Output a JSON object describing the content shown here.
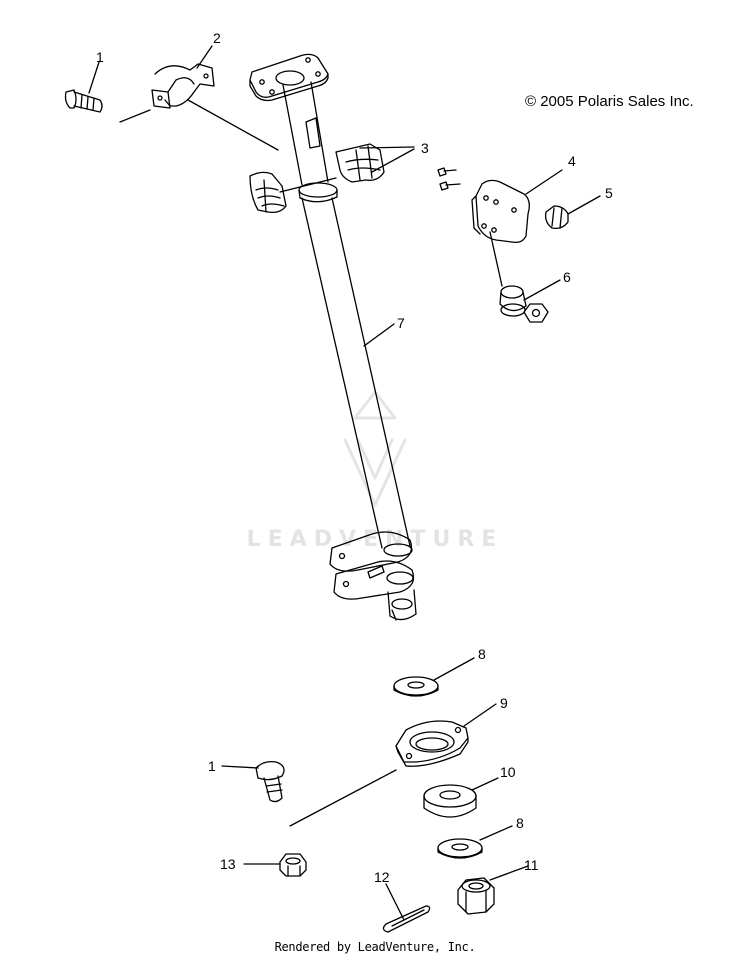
{
  "copyright": "© 2005 Polaris Sales Inc.",
  "watermark": "LEADVENTURE",
  "footer": "Rendered by LeadVenture, Inc.",
  "callouts": {
    "c1a": "1",
    "c2": "2",
    "c3": "3",
    "c4": "4",
    "c5": "5",
    "c6": "6",
    "c7": "7",
    "c8a": "8",
    "c9": "9",
    "c1b": "1",
    "c10": "10",
    "c8b": "8",
    "c11": "11",
    "c12": "12",
    "c13": "13"
  }
}
